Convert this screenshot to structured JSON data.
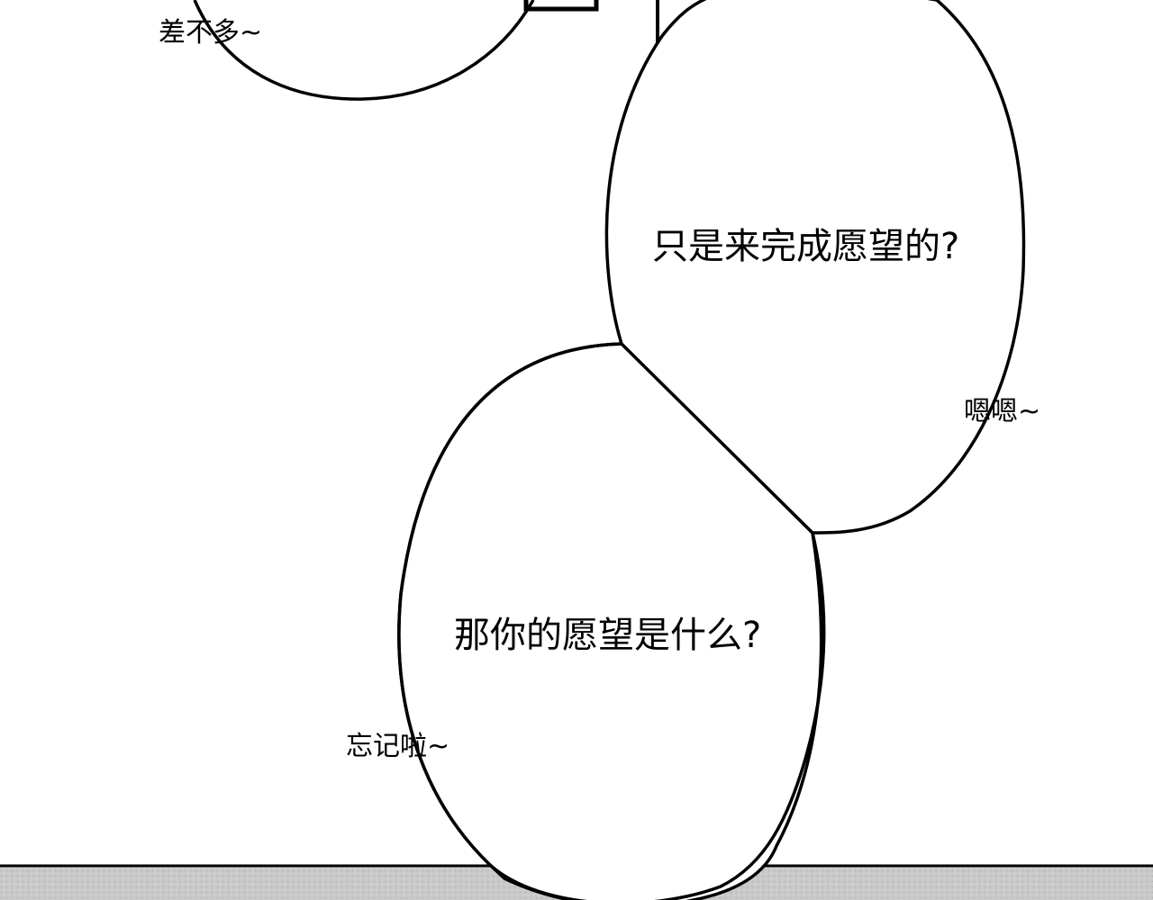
{
  "panel": {
    "background": "#ffffff",
    "floor_color": "#c8c8c8",
    "line_color": "#000000"
  },
  "dialogue": {
    "aside_top": "差不多~",
    "bubble_upper": "只是来完成愿望的?",
    "aside_right": "嗯嗯~",
    "bubble_lower": "那你的愿望是什么?",
    "aside_left": "忘记啦~"
  }
}
